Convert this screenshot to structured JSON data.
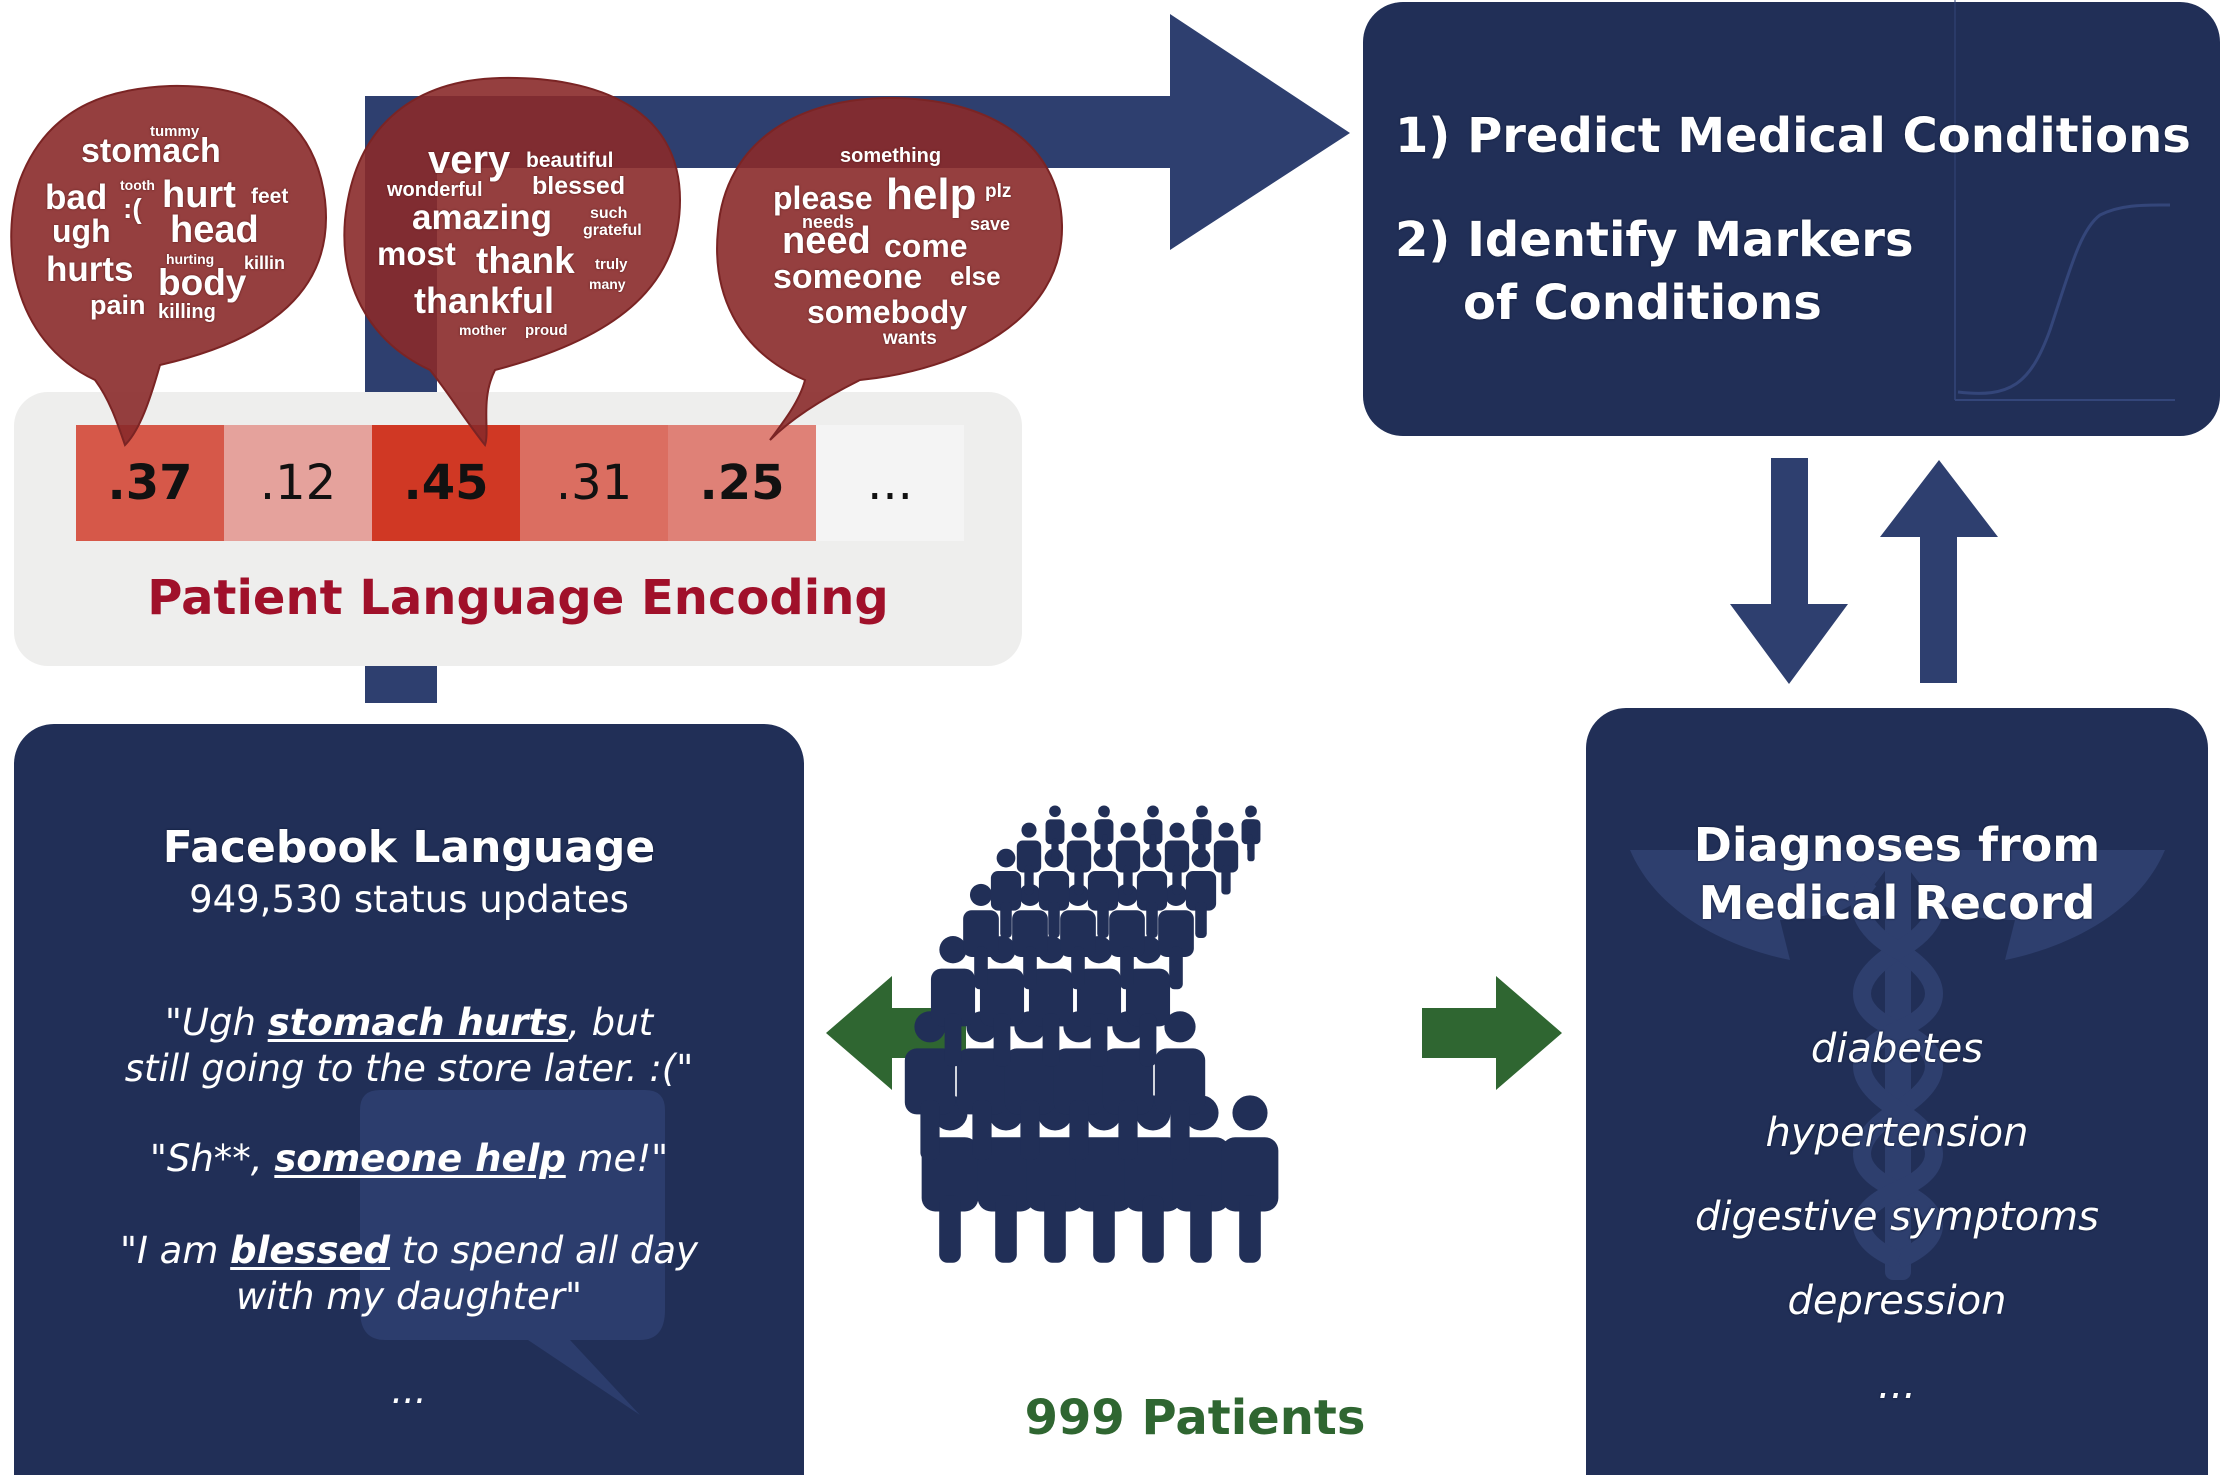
{
  "colors": {
    "navy": "#212f57",
    "arrow_navy": "#2e3f6f",
    "bubble_red": "#8f3a39",
    "title_red": "#a0102a",
    "green": "#2f6631",
    "encoding_bg": "#eeeeed"
  },
  "word_clouds": [
    {
      "theme": "pain",
      "words": [
        "tummy",
        "stomach",
        "bad",
        "tooth",
        ":(",
        "hurt",
        "feet",
        "ugh",
        "head",
        "hurting",
        "killin",
        "hurts",
        "body",
        "pain",
        "killing"
      ]
    },
    {
      "theme": "gratitude",
      "words": [
        "very",
        "beautiful",
        "wonderful",
        "blessed",
        "amazing",
        "such",
        "grateful",
        "most",
        "thank",
        "truly",
        "many",
        "thankful",
        "mother",
        "proud"
      ]
    },
    {
      "theme": "help",
      "words": [
        "something",
        "please",
        "help",
        "plz",
        "needs",
        "save",
        "need",
        "come",
        "someone",
        "else",
        "somebody",
        "wants"
      ]
    }
  ],
  "encoding": {
    "values": [
      ".37",
      ".12",
      ".45",
      ".31",
      ".25",
      "..."
    ],
    "intensity": [
      0.37,
      0.12,
      0.45,
      0.31,
      0.25,
      null
    ],
    "title": "Patient Language Encoding"
  },
  "goals": {
    "item1_num": "1)",
    "item1": "Predict Medical Conditions",
    "item2_num": "2)",
    "item2_line1": "Identify Markers",
    "item2_line2": "of Conditions"
  },
  "facebook": {
    "title": "Facebook Language",
    "subtitle": "949,530 status updates",
    "quotes": [
      {
        "pre": "\"Ugh ",
        "key": "stomach hurts",
        "post": ", but",
        "line2": "still going to the store later. :(\""
      },
      {
        "pre": "\"Sh**, ",
        "key": "someone help",
        "post": " me!\""
      },
      {
        "pre": "\"I am ",
        "key": "blessed",
        "post": " to spend all day",
        "line2": "with my daughter\""
      }
    ],
    "ellipsis": "..."
  },
  "patients": {
    "label": "999 Patients"
  },
  "diagnoses": {
    "title_line1": "Diagnoses from",
    "title_line2": "Medical Record",
    "items": [
      "diabetes",
      "hypertension",
      "digestive symptoms",
      "depression",
      "..."
    ]
  }
}
